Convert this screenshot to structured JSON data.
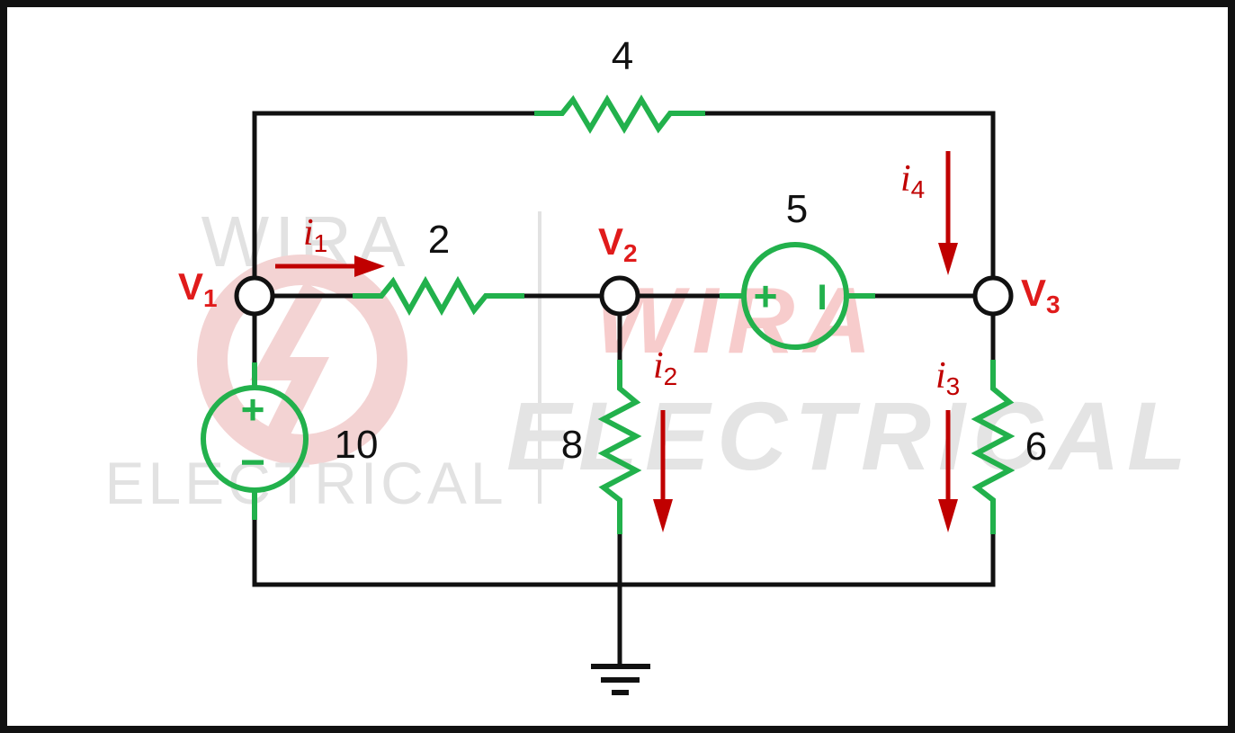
{
  "colors": {
    "wire": "#111111",
    "component": "#22b14c",
    "label_red": "#e01b1b",
    "arrow": "#c00000",
    "watermark_gray": "#dedede",
    "watermark_red": "#f6c9c9"
  },
  "watermark": {
    "left_top": "WIRA",
    "left_bottom": "ELECTRICAL",
    "right_top": "WIRA",
    "right_bottom": "ELECTRICAL"
  },
  "components": {
    "r_top": "4",
    "r_mid": "2",
    "r_left_down": "8",
    "r_right_down": "6",
    "v_source_left": "10",
    "v_source_mid": "5"
  },
  "source_marks": {
    "left_plus": "+",
    "left_minus": "−",
    "mid_plus": "+",
    "mid_minus": "I"
  },
  "nodes": {
    "v1": {
      "main": "V",
      "sub": "1"
    },
    "v2": {
      "main": "V",
      "sub": "2"
    },
    "v3": {
      "main": "V",
      "sub": "3"
    }
  },
  "currents": {
    "i1": {
      "main": "i",
      "sub": "1"
    },
    "i2": {
      "main": "i",
      "sub": "2"
    },
    "i3": {
      "main": "i",
      "sub": "3"
    },
    "i4": {
      "main": "i",
      "sub": "4"
    }
  }
}
